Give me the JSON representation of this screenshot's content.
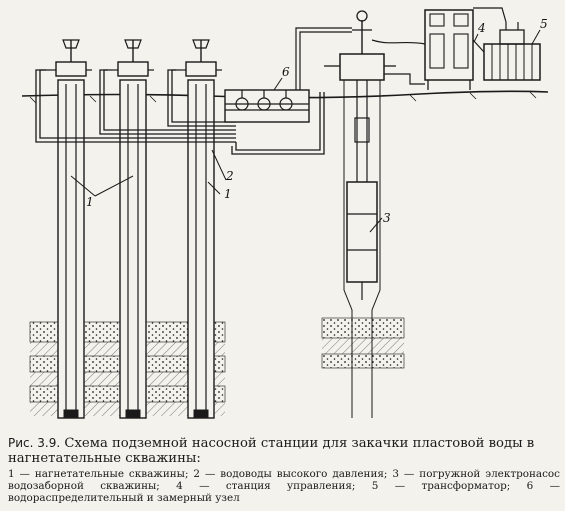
{
  "figure": {
    "number": "Рис. 3.9.",
    "title": "Схема подземной насосной станции для закачки пластовой воды в нагнетательные скважины:",
    "legend": "1 — нагнетательные скважины; 2 — водоводы высокого давления; 3 — погружной электронасос водозаборной скважины; 4 — станция управления; 5 — трансформатор; 6 — водораспределительный и замерный узел"
  },
  "labels": {
    "l1a": "1",
    "l1b": "1",
    "l2": "2",
    "l3": "3",
    "l4": "4",
    "l5": "5",
    "l6": "6"
  },
  "colors": {
    "ink": "#1a1a1a",
    "paper": "#f4f2ec"
  }
}
